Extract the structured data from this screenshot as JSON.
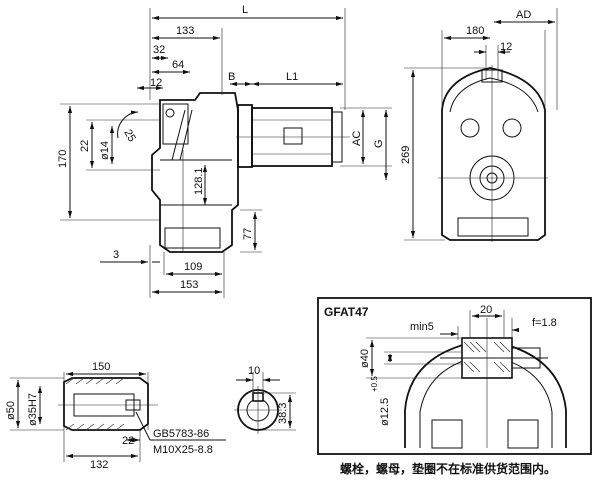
{
  "front_view": {
    "dims": {
      "L": "L",
      "d133": "133",
      "d32": "32",
      "d64": "64",
      "d12": "12",
      "B": "B",
      "L1": "L1",
      "d25": "25",
      "d22": "22",
      "d170": "170",
      "phi14": "ø14",
      "d128": "128.1",
      "d3": "3",
      "d109": "109",
      "d153": "153",
      "AC": "AC",
      "G": "G",
      "d77": "77"
    }
  },
  "side_view": {
    "dims": {
      "d180": "180",
      "AD": "AD",
      "d12": "12",
      "d269": "269"
    }
  },
  "shaft_view": {
    "dims": {
      "d150": "150",
      "phi50": "ø50",
      "phi35": "ø35H7",
      "d22": "22",
      "d132": "132"
    },
    "callouts": {
      "std": "GB5783-86",
      "bolt": "M10X25-8.8"
    }
  },
  "section_view": {
    "dims": {
      "d10": "10",
      "d38": "38.3"
    }
  },
  "inset": {
    "title": "GFAT47",
    "dims": {
      "d20": "20",
      "min5": "min5",
      "f": "f=1.8",
      "phi40": "ø40",
      "phi12": "ø12.5",
      "sup": "+0.5"
    }
  },
  "note": "螺栓，螺母，垫圈不在标准供货范围内。"
}
